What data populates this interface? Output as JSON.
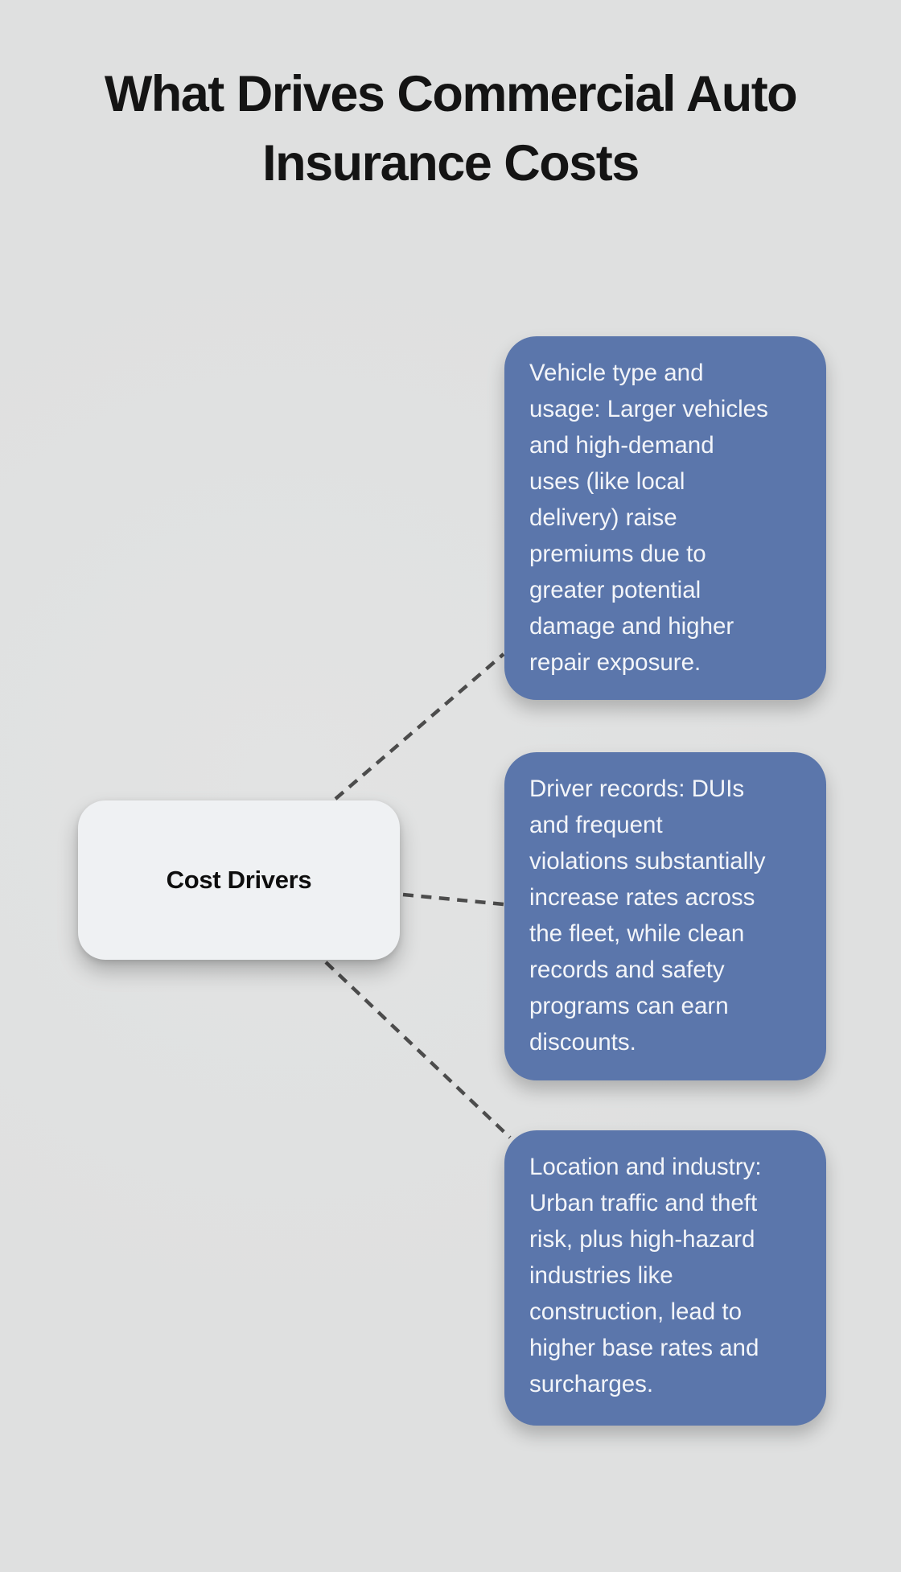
{
  "title": "What Drives Commercial Auto\nInsurance Costs",
  "center_node": {
    "label": "Cost Drivers"
  },
  "branches": [
    {
      "id": "vehicle-type-and-usage",
      "text": "Vehicle type and\nusage: Larger vehicles\nand high-demand\nuses (like local\ndelivery) raise\npremiums due to\ngreater potential\ndamage and higher\nrepair exposure."
    },
    {
      "id": "driver-records",
      "text": "Driver records: DUIs\nand frequent\nviolations substantially\nincrease rates across\nthe fleet, while clean\nrecords and safety\nprograms can earn\ndiscounts."
    },
    {
      "id": "location-and-industry",
      "text": "Location and industry:\nUrban traffic and theft\nrisk, plus high-hazard\nindustries like\nconstruction, lead to\nhigher base rates and\nsurcharges."
    }
  ],
  "colors": {
    "background": "#dfe0e0",
    "branch_fill": "#5b76ab",
    "branch_text": "#f3f5f9",
    "center_fill": "#eff1f3",
    "center_text": "#0e0e0e",
    "connector": "#4c4c4c",
    "title_text": "#141414"
  }
}
